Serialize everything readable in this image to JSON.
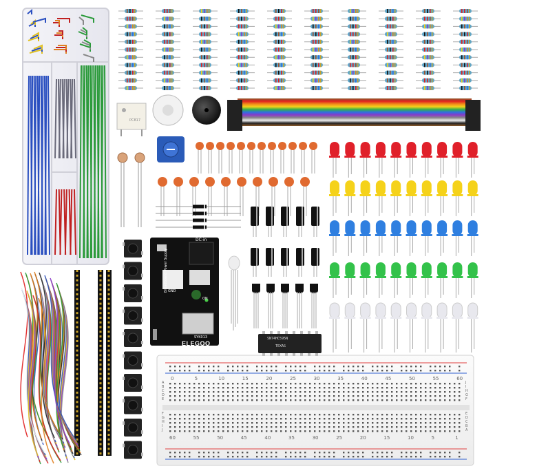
{
  "power_module": {
    "input_label": "DC-in",
    "board_text": "Breadboard Power Supply",
    "pin_label_gnd": "GND",
    "model": "SYK013",
    "brand": "ELEGOO",
    "led_label": "ON"
  },
  "ic_chip": {
    "text_line1": "SN74HC595N",
    "text_line2": "TEXAS"
  },
  "optocoupler": {
    "text": "PC817"
  },
  "breadboard": {
    "top_numbers": [
      "0",
      "5",
      "10",
      "15",
      "20",
      "25",
      "30",
      "35",
      "40",
      "45",
      "50",
      "55",
      "60"
    ],
    "bottom_numbers": [
      "60",
      "55",
      "50",
      "45",
      "40",
      "35",
      "30",
      "25",
      "20",
      "15",
      "10",
      "5",
      "1"
    ],
    "row_letters_left_top": [
      "A",
      "B",
      "C",
      "D",
      "E"
    ],
    "row_letters_right_top": [
      "J",
      "I",
      "H",
      "G",
      "F"
    ],
    "row_letters_left_bottom": [
      "F",
      "G",
      "H",
      "I",
      "J"
    ],
    "row_letters_right_bottom": [
      "E",
      "D",
      "C",
      "B",
      "A"
    ]
  },
  "colors": {
    "led_red": "#e0202a",
    "led_yellow": "#f5d21a",
    "led_blue": "#2f7fe0",
    "led_green": "#33c24a",
    "led_white": "#e8e8ee",
    "ceramic_cap": "#e06a30",
    "resistor_body": "#5fa6c9",
    "pcb_black": "#111111"
  },
  "icons": [
    "jumper-wire-box",
    "resistor",
    "buzzer",
    "potentiometer",
    "ribbon-cable",
    "ceramic-capacitor",
    "electrolytic-capacitor",
    "led",
    "pushbutton",
    "pin-header",
    "transistor",
    "photoresistor",
    "diode",
    "power-module",
    "ic-chip",
    "breadboard",
    "rgb-led"
  ]
}
